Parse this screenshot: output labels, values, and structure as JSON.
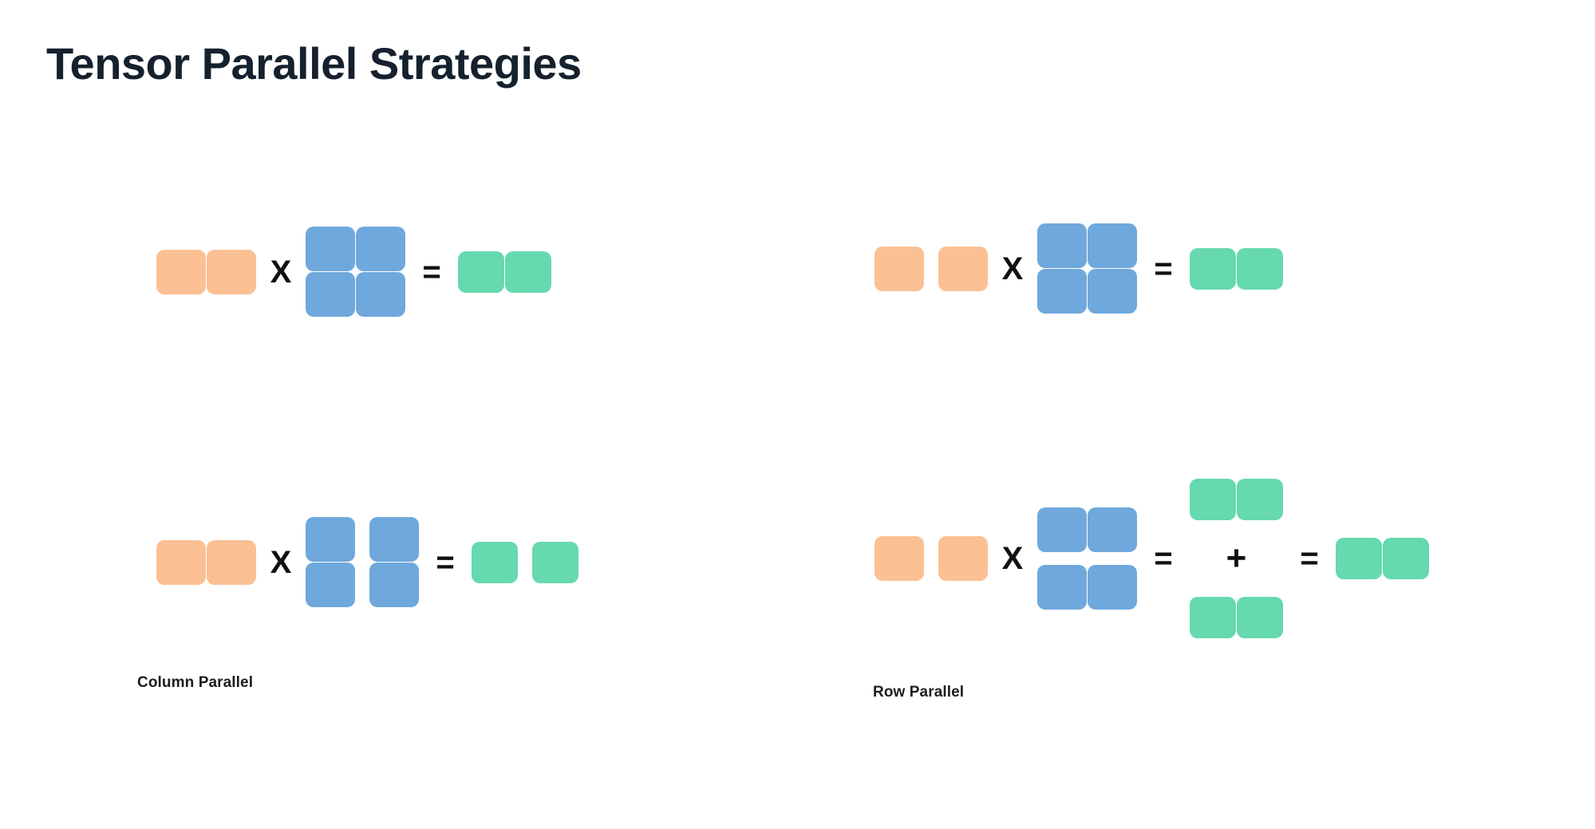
{
  "page": {
    "title": "Tensor Parallel Strategies",
    "background_color": "#ffffff"
  },
  "colors": {
    "input_orange": "#fbc093",
    "weight_blue": "#6fa8dc",
    "output_green": "#66d9ae",
    "title_text": "#16212e",
    "caption_text": "#1d1d1d",
    "operator_text": "#111111"
  },
  "operators": {
    "times": "X",
    "equals": "=",
    "plus": "+"
  },
  "diagrams": [
    {
      "id": "column-parallel-unsharded",
      "position": "top-left",
      "caption": "",
      "input": {
        "color_role": "input_orange",
        "rows": 1,
        "cols": 2,
        "split": "none"
      },
      "weight": {
        "color_role": "weight_blue",
        "rows": 2,
        "cols": 2,
        "split": "none"
      },
      "output": {
        "color_role": "output_green",
        "rows": 1,
        "cols": 2,
        "split": "none"
      }
    },
    {
      "id": "column-parallel-sharded",
      "position": "bottom-left",
      "caption": "Column Parallel",
      "input": {
        "color_role": "input_orange",
        "rows": 1,
        "cols": 2,
        "split": "none"
      },
      "weight": {
        "color_role": "weight_blue",
        "rows": 2,
        "cols": 2,
        "split": "columns"
      },
      "output": {
        "color_role": "output_green",
        "rows": 1,
        "cols": 2,
        "split": "columns"
      }
    },
    {
      "id": "row-parallel-unsharded",
      "position": "top-right",
      "caption": "",
      "input": {
        "color_role": "input_orange",
        "rows": 1,
        "cols": 2,
        "split": "columns"
      },
      "weight": {
        "color_role": "weight_blue",
        "rows": 2,
        "cols": 2,
        "split": "none"
      },
      "output": {
        "color_role": "output_green",
        "rows": 1,
        "cols": 2,
        "split": "none"
      }
    },
    {
      "id": "row-parallel-sharded",
      "position": "bottom-right",
      "caption": "Row Parallel",
      "input": {
        "color_role": "input_orange",
        "rows": 1,
        "cols": 2,
        "split": "columns"
      },
      "weight": {
        "color_role": "weight_blue",
        "rows": 2,
        "cols": 2,
        "split": "rows"
      },
      "partials": [
        {
          "color_role": "output_green",
          "rows": 1,
          "cols": 2,
          "split": "none"
        },
        {
          "color_role": "output_green",
          "rows": 1,
          "cols": 2,
          "split": "none"
        }
      ],
      "output": {
        "color_role": "output_green",
        "rows": 1,
        "cols": 2,
        "split": "none"
      }
    }
  ],
  "captions": {
    "column_parallel": "Column Parallel",
    "row_parallel": "Row Parallel"
  }
}
